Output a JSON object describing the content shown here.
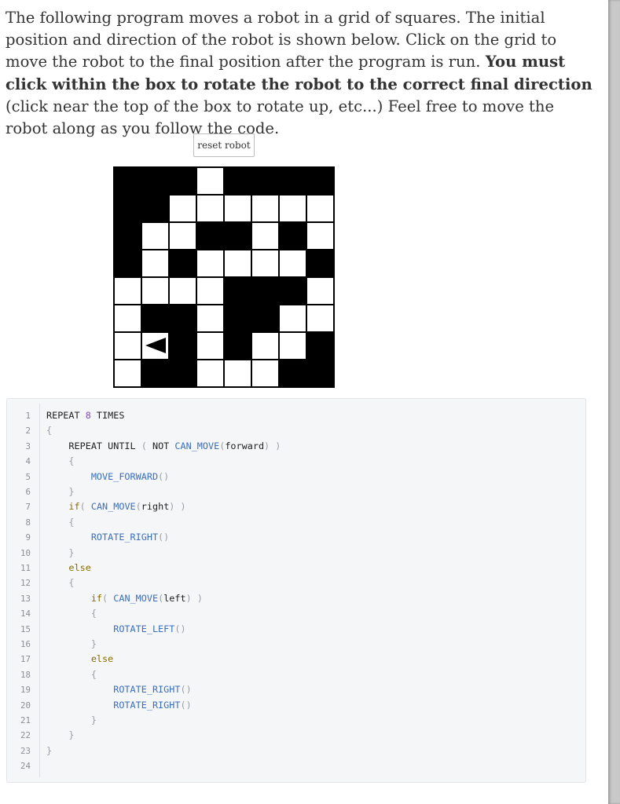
{
  "instructions": {
    "part1": "The following program moves a robot in a grid of squares. The initial position and direction of the robot is shown below. Click on the grid to move the robot to the final position after the program is run. ",
    "bold": "You must click within the box to rotate the robot to the correct final direction",
    "part2": " (click near the top of the box to rotate up, etc...) Feel free to move the robot along as you follow the code."
  },
  "reset_button": {
    "label": "reset robot"
  },
  "grid": {
    "rows": 8,
    "cols": 8,
    "cells": [
      "BBBWBBBB",
      "BBWWWWWW",
      "BWWBBWBW",
      "BWBWWWWB",
      "WWWWBBBW",
      "WBBWBBWW",
      "WWBWBWWB",
      "WBBWWWBB"
    ],
    "robot": {
      "row": 6,
      "col": 1,
      "direction": "left"
    }
  },
  "code": {
    "line_numbers": [
      "1",
      "2",
      "3",
      "4",
      "5",
      "6",
      "7",
      "8",
      "9",
      "10",
      "11",
      "12",
      "13",
      "14",
      "15",
      "16",
      "17",
      "18",
      "19",
      "20",
      "21",
      "22",
      "23",
      "24"
    ],
    "lines": [
      [
        [
          "kw",
          "REPEAT "
        ],
        [
          "num",
          "8"
        ],
        [
          "kw",
          " TIMES"
        ]
      ],
      [
        [
          "br",
          "{"
        ]
      ],
      [
        [
          "kw",
          "    REPEAT UNTIL "
        ],
        [
          "br",
          "( "
        ],
        [
          "kw",
          "NOT "
        ],
        [
          "fn",
          "CAN_MOVE"
        ],
        [
          "br",
          "("
        ],
        [
          "kw",
          "forward"
        ],
        [
          "br",
          ") )"
        ]
      ],
      [
        [
          "br",
          "    {"
        ]
      ],
      [
        [
          "fn",
          "        MOVE_FORWARD"
        ],
        [
          "br",
          "()"
        ]
      ],
      [
        [
          "br",
          "    }"
        ]
      ],
      [
        [
          "if",
          "    if"
        ],
        [
          "br",
          "( "
        ],
        [
          "fn",
          "CAN_MOVE"
        ],
        [
          "br",
          "("
        ],
        [
          "kw",
          "right"
        ],
        [
          "br",
          ") )"
        ]
      ],
      [
        [
          "br",
          "    {"
        ]
      ],
      [
        [
          "fn",
          "        ROTATE_RIGHT"
        ],
        [
          "br",
          "()"
        ]
      ],
      [
        [
          "br",
          "    }"
        ]
      ],
      [
        [
          "if",
          "    else"
        ]
      ],
      [
        [
          "br",
          "    {"
        ]
      ],
      [
        [
          "if",
          "        if"
        ],
        [
          "br",
          "( "
        ],
        [
          "fn",
          "CAN_MOVE"
        ],
        [
          "br",
          "("
        ],
        [
          "kw",
          "left"
        ],
        [
          "br",
          ") )"
        ]
      ],
      [
        [
          "br",
          "        {"
        ]
      ],
      [
        [
          "fn",
          "            ROTATE_LEFT"
        ],
        [
          "br",
          "()"
        ]
      ],
      [
        [
          "br",
          "        }"
        ]
      ],
      [
        [
          "if",
          "        else"
        ]
      ],
      [
        [
          "br",
          "        {"
        ]
      ],
      [
        [
          "fn",
          "            ROTATE_RIGHT"
        ],
        [
          "br",
          "()"
        ]
      ],
      [
        [
          "fn",
          "            ROTATE_RIGHT"
        ],
        [
          "br",
          "()"
        ]
      ],
      [
        [
          "br",
          "        }"
        ]
      ],
      [
        [
          "br",
          "    }"
        ]
      ],
      [
        [
          "br",
          "}"
        ]
      ],
      []
    ]
  }
}
